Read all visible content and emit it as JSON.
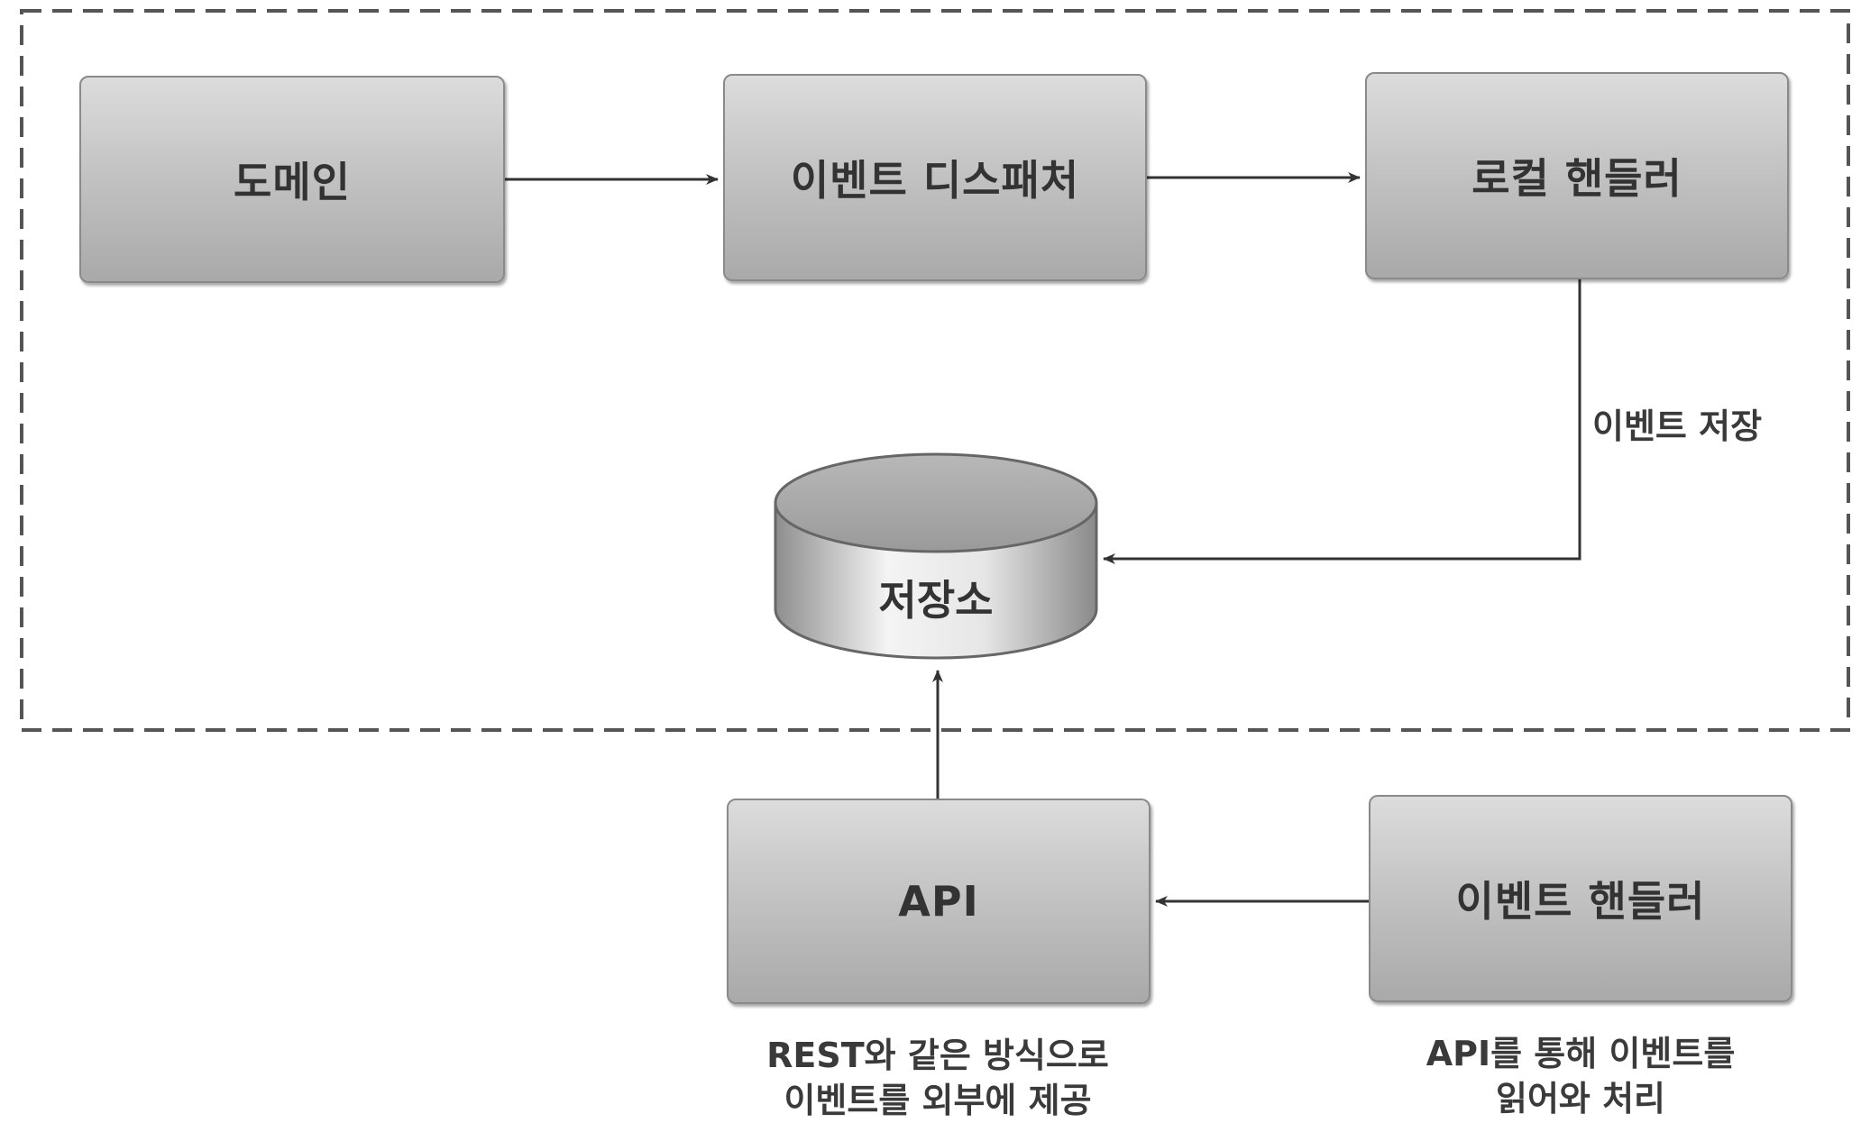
{
  "nodes": {
    "domain": "도메인",
    "dispatcher": "이벤트 디스패처",
    "local_handler": "로컬 핸들러",
    "storage": "저장소",
    "api": "API",
    "event_handler": "이벤트 핸들러"
  },
  "edges": {
    "store_event": "이벤트 저장"
  },
  "notes": {
    "api_line1": "REST와 같은 방식으로",
    "api_line2": "이벤트를 외부에 제공",
    "handler_line1": "API를 통해 이벤트를",
    "handler_line2": "읽어와 처리"
  }
}
